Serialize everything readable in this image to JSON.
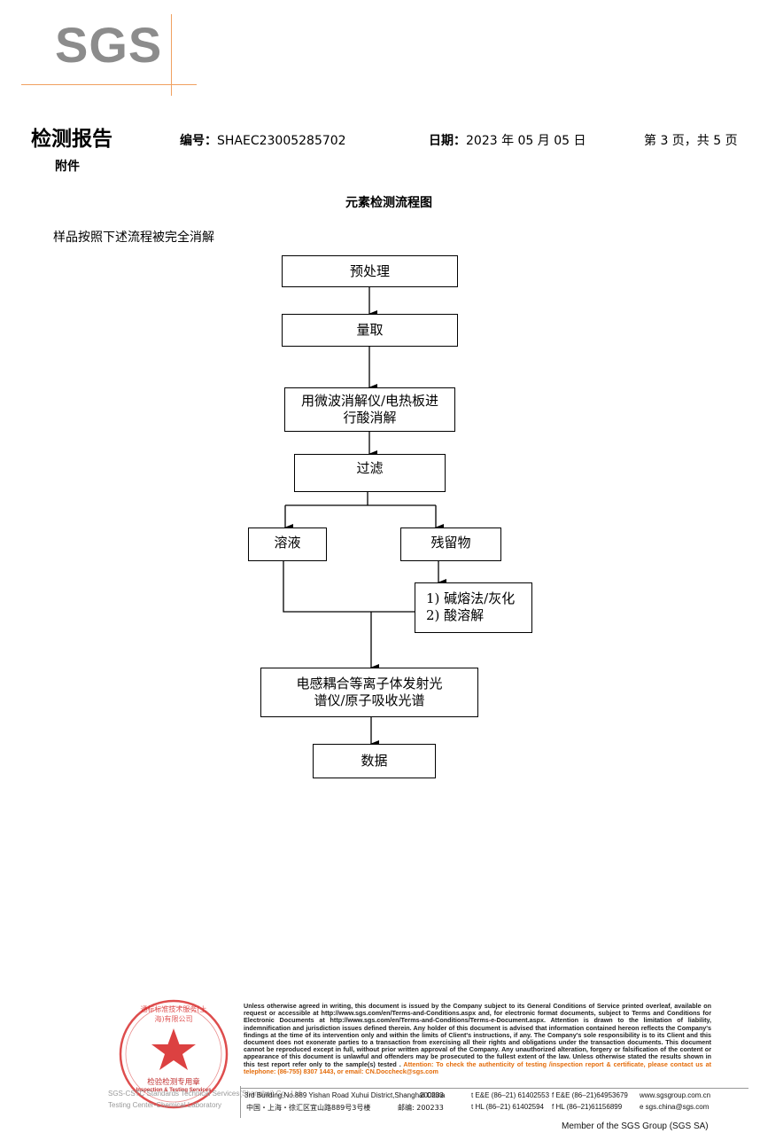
{
  "logo": {
    "text": "SGS"
  },
  "header": {
    "report_title": "检测报告",
    "report_no_label": "编号：",
    "report_no": "SHAEC23005285702",
    "date_label": "日期：",
    "date": "2023 年 05 月 05 日",
    "page_info": "第 3 页，共 5 页",
    "attachment": "附件"
  },
  "section_title": "元素检测流程图",
  "intro": "样品按照下述流程被完全消解",
  "flow": {
    "pretreatment": "预处理",
    "measure": "量取",
    "digest_line1": "用微波消解仪/电热板进",
    "digest_line2": "行酸消解",
    "filter": "过滤",
    "solution": "溶液",
    "residue": "残留物",
    "residue_step1": "1) 碱熔法/灰化",
    "residue_step2": "2) 酸溶解",
    "instrument_line1": "电感耦合等离子体发射光",
    "instrument_line2": "谱仪/原子吸收光谱",
    "data": "数据"
  },
  "stamp": {
    "ring_text": "通标标准技术服务(上海)有限公司",
    "center_text": "检验检测专用章",
    "en_text": "Inspection & Testing Services",
    "side_line1": "SGS-CSTC Standards Technical Services(Shanghai) Co., Ltd.",
    "side_line2": "Testing Center-Chemical Laboratory"
  },
  "footer": {
    "legal_text": "Unless otherwise agreed in writing, this document is issued by the Company subject to its General Conditions of Service printed overleaf, available on request or accessible at http://www.sgs.com/en/Terms-and-Conditions.aspx and, for electronic format documents, subject to Terms and Conditions for Electronic Documents at http://www.sgs.com/en/Terms-and-Conditions/Terms-e-Document.aspx. Attention is drawn to the limitation of liability, indemnification and jurisdiction issues defined therein. Any holder of this document is advised that information contained hereon reflects the Company's findings at the time of its intervention only and within the limits of Client's instructions, if any. The Company's sole responsibility is to its Client and this document does not exonerate parties to a transaction from exercising all their rights and obligations under the transaction documents. This document cannot be reproduced except in full, without prior written approval of the Company. Any unauthorized alteration, forgery or falsification of the content or appearance of this document is unlawful and offenders may be prosecuted to the fullest extent of the law. Unless otherwise stated the results shown in this test report refer only to the sample(s) tested .",
    "attention": "Attention: To check the authenticity of testing /inspection report & certificate, please contact us at telephone: (86-755) 8307 1443, or email: CN.Doccheck@sgs.com",
    "addr_en": "3rd Building,No.889 Yishan Road Xuhui District,Shanghai China",
    "postcode_en": "200233",
    "tel1": "t E&E (86–21) 61402553",
    "fax1": "f E&E (86–21)64953679",
    "web": "www.sgsgroup.com.cn",
    "addr_cn": "中国・上海・徐汇区宜山路889号3号楼",
    "postcode_label": "邮编:",
    "postcode_cn": "200233",
    "tel2": "t HL (86–21) 61402594",
    "fax2": "f HL (86–21)61156899",
    "email": "e sgs.china@sgs.com",
    "member": "Member of the SGS Group (SGS SA)"
  },
  "colors": {
    "logo_gray": "#8c8c8c",
    "logo_line": "#f0a060",
    "stamp_red": "#d62020",
    "attention_orange": "#e46c0a"
  }
}
